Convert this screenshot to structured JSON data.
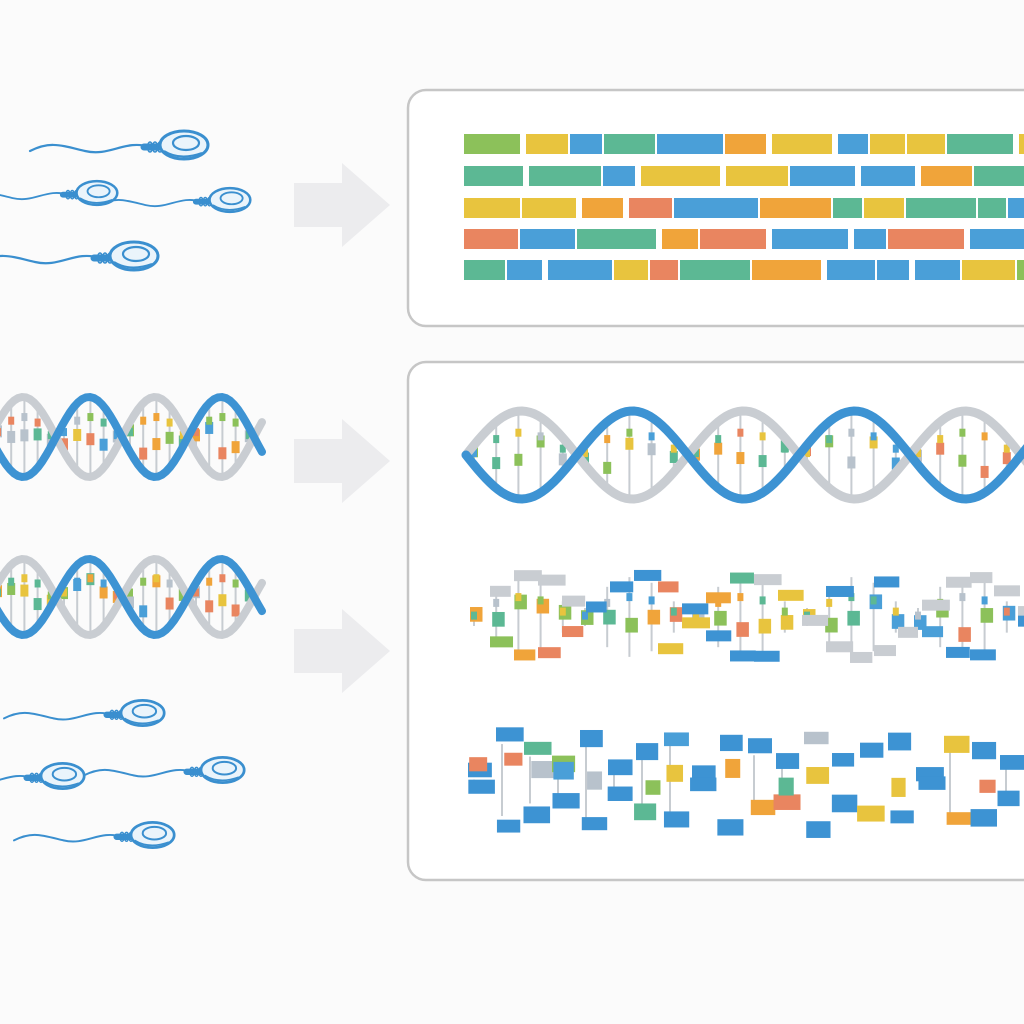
{
  "colors": {
    "background": "#fbfbfb",
    "sperm_blue": "#3a8fcf",
    "strand_blue": "#3d93d3",
    "strand_back": "#c9cdd2",
    "arrow_gray": "#ececee",
    "panel_border": "#c6c6c6",
    "rungs": [
      "#e8c43e",
      "#f0a43a",
      "#8cc15a",
      "#5cb894",
      "#e98560",
      "#4a9fd8",
      "#b8c2cc"
    ]
  },
  "icons": [
    "sperm-icon",
    "dna-helix-icon",
    "arrow-right-icon",
    "sequence-bar-icon",
    "broken-dna-icon"
  ],
  "groups": {
    "sperm_top_count": 4,
    "sperm_bottom_count": 4,
    "arrows": 3,
    "sequence_rows": 5,
    "dna_left_count": 2,
    "dna_panel_count": 3
  },
  "panels": {
    "sequence": {
      "rows": 5,
      "style": "colored-sequence-blocks"
    },
    "dna": {
      "rows": [
        {
          "state": "intact",
          "fragmentation": 0
        },
        {
          "state": "partially-fragmented",
          "fragmentation": 0.45
        },
        {
          "state": "fragmented",
          "fragmentation": 0.9
        }
      ]
    }
  }
}
